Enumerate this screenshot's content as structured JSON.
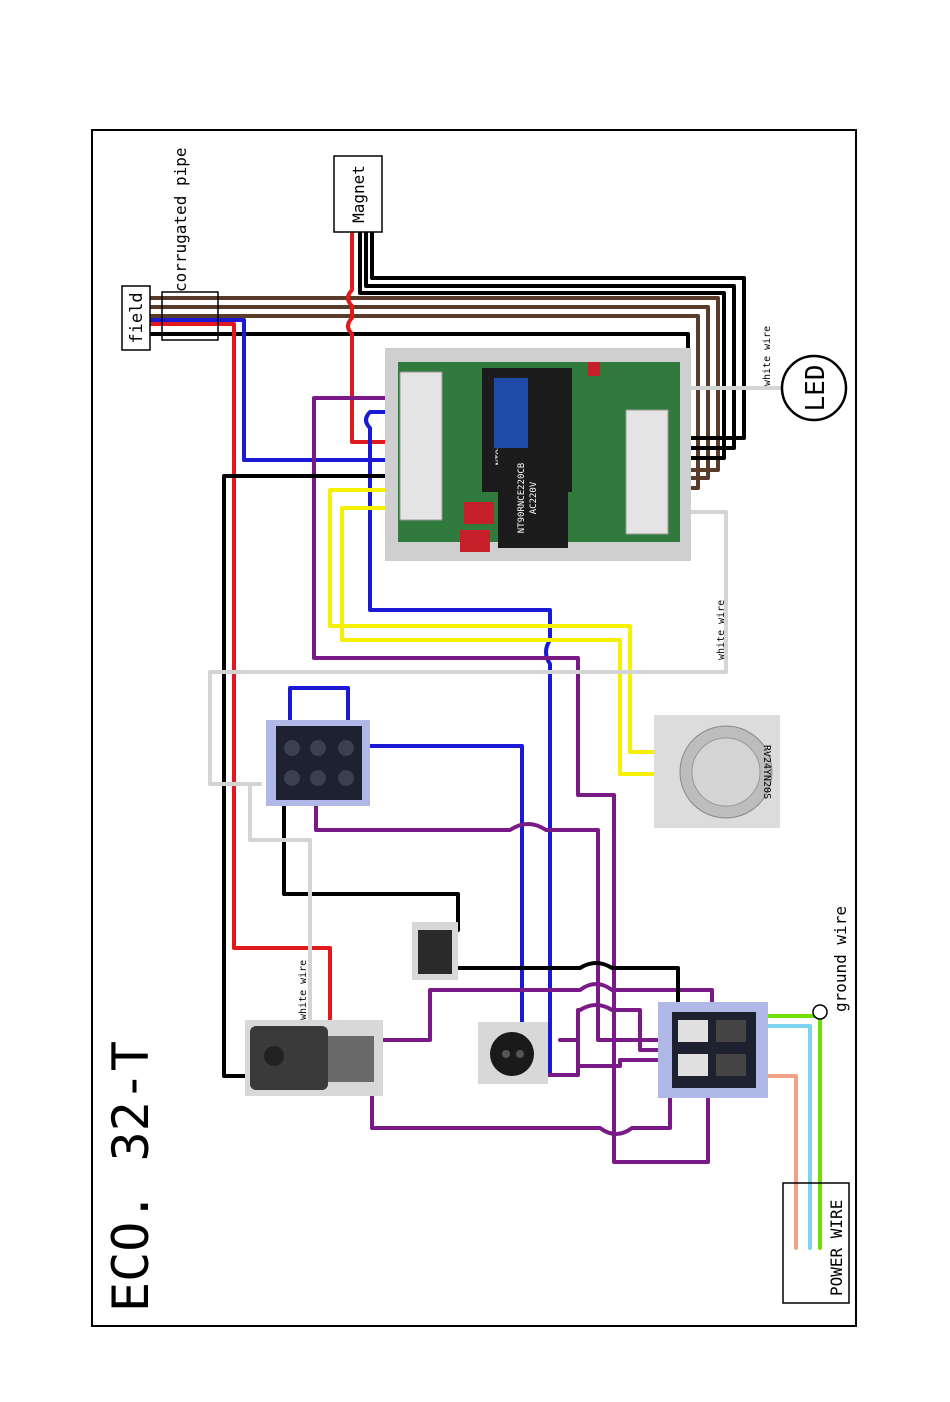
{
  "diagram": {
    "model": "ECO. 32-T",
    "labels": {
      "field": "field",
      "corrugated_pipe": "corrugated pipe",
      "magnet": "Magnet",
      "led": "LED",
      "white_wire": "white wire",
      "ground_wire": "ground wire",
      "power_wire": "POWER WIRE"
    },
    "relay_board": {
      "relay_model": "NT90RNCE220CB",
      "relay_coil": "AC220V"
    },
    "potentiometer": {
      "marking": "RV24YN20S"
    },
    "wire_colors": {
      "red": "#e0191c",
      "blue": "#1a1ad6",
      "black": "#000000",
      "brown": "#5a3a2a",
      "yellow": "#f5f000",
      "purple": "#7a1a86",
      "white": "#d4d4d4",
      "light_blue": "#7dd2f0",
      "green": "#70e000",
      "salmon": "#f2a184"
    }
  }
}
